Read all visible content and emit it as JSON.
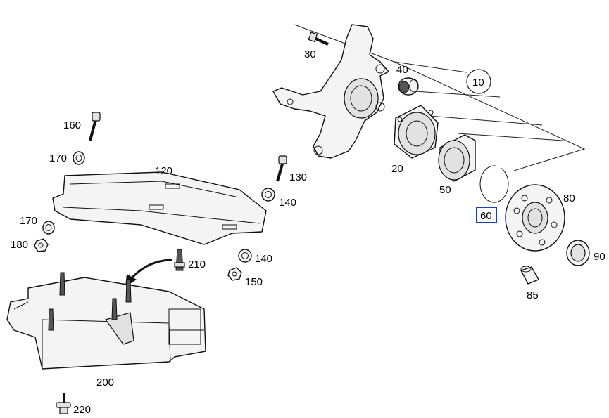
{
  "diagram": {
    "labels": {
      "p10": "10",
      "p20": "20",
      "p30": "30",
      "p40": "40",
      "p50": "50",
      "p60": "60",
      "p80": "80",
      "p85": "85",
      "p90": "90",
      "p120": "120",
      "p130": "130",
      "p140a": "140",
      "p140b": "140",
      "p150": "150",
      "p160": "160",
      "p170a": "170",
      "p170b": "170",
      "p180": "180",
      "p200": "200",
      "p210": "210",
      "p220": "220"
    },
    "highlight_color": "#1f3fae"
  }
}
